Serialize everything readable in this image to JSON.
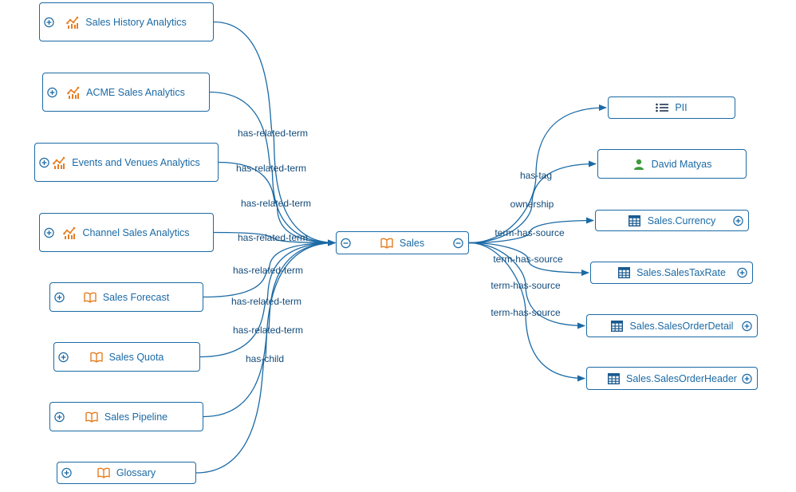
{
  "colors": {
    "edge": "#1b6aa5",
    "node_border": "#1b6aa5",
    "label": "#1b6aa5",
    "edge_label": "#114a7a",
    "term_icon": "#e67e22",
    "dashboard_icon": "#e67e22",
    "user_icon": "#3c9a3c",
    "table_icon": "#1b5a90",
    "tag_icon": "#1f3550"
  },
  "left_nodes": [
    {
      "id": "sales-history-analytics",
      "label": "Sales History Analytics",
      "icon": "dashboard-icon"
    },
    {
      "id": "acme-sales-analytics",
      "label": "ACME Sales Analytics",
      "icon": "dashboard-icon"
    },
    {
      "id": "events-and-venues-analytics",
      "label": "Events and Venues Analytics",
      "icon": "dashboard-icon"
    },
    {
      "id": "channel-sales-analytics",
      "label": "Channel Sales Analytics",
      "icon": "dashboard-icon"
    },
    {
      "id": "sales-forecast",
      "label": "Sales Forecast",
      "icon": "book-icon"
    },
    {
      "id": "sales-quota",
      "label": "Sales Quota",
      "icon": "book-icon"
    },
    {
      "id": "sales-pipeline",
      "label": "Sales Pipeline",
      "icon": "book-icon"
    },
    {
      "id": "glossary",
      "label": "Glossary",
      "icon": "book-icon"
    }
  ],
  "center_node": {
    "id": "sales",
    "label": "Sales",
    "icon": "book-icon"
  },
  "right_nodes": [
    {
      "id": "pii",
      "label": "PII",
      "icon": "tag-list-icon"
    },
    {
      "id": "david-matyas",
      "label": "David Matyas",
      "icon": "user-icon"
    },
    {
      "id": "sales-currency",
      "label": "Sales.Currency",
      "icon": "table-icon"
    },
    {
      "id": "sales-salestaxrate",
      "label": "Sales.SalesTaxRate",
      "icon": "table-icon"
    },
    {
      "id": "sales-salesorderdetail",
      "label": "Sales.SalesOrderDetail",
      "icon": "table-icon"
    },
    {
      "id": "sales-salesorderheader",
      "label": "Sales.SalesOrderHeader",
      "icon": "table-icon"
    }
  ],
  "left_edges": [
    {
      "from": "sales-history-analytics",
      "label": "has-related-term"
    },
    {
      "from": "acme-sales-analytics",
      "label": "has-related-term"
    },
    {
      "from": "events-and-venues-analytics",
      "label": "has-related-term"
    },
    {
      "from": "channel-sales-analytics",
      "label": "has-related-term"
    },
    {
      "from": "sales-forecast",
      "label": "has-related-term"
    },
    {
      "from": "sales-quota",
      "label": "has-related-term"
    },
    {
      "from": "sales-pipeline",
      "label": "has-related-term"
    },
    {
      "from": "glossary",
      "label": "has-child"
    }
  ],
  "right_edges": [
    {
      "to": "pii",
      "label": "has-tag"
    },
    {
      "to": "david-matyas",
      "label": "ownership"
    },
    {
      "to": "sales-currency",
      "label": "term-has-source"
    },
    {
      "to": "sales-salestaxrate",
      "label": "term-has-source"
    },
    {
      "to": "sales-salesorderdetail",
      "label": "term-has-source"
    },
    {
      "to": "sales-salesorderheader",
      "label": "term-has-source"
    }
  ]
}
